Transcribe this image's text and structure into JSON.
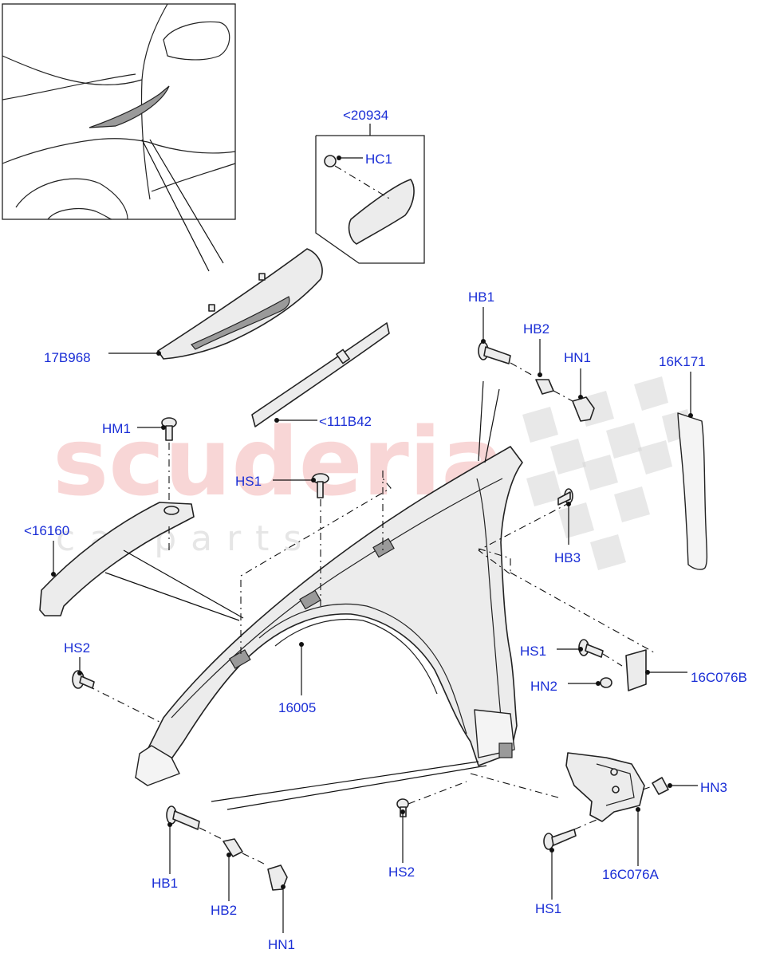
{
  "watermark": {
    "brand": "scuderia",
    "subtitle": "c a r   p a r t s"
  },
  "callouts": [
    {
      "id": "c-20934",
      "text": "<20934"
    },
    {
      "id": "c-hc1",
      "text": "HC1"
    },
    {
      "id": "c-17b968",
      "text": "17B968"
    },
    {
      "id": "c-111b42",
      "text": "<111B42"
    },
    {
      "id": "c-hb1-top",
      "text": "HB1"
    },
    {
      "id": "c-hb2-top",
      "text": "HB2"
    },
    {
      "id": "c-hn1-top",
      "text": "HN1"
    },
    {
      "id": "c-16k171",
      "text": "16K171"
    },
    {
      "id": "c-hm1",
      "text": "HM1"
    },
    {
      "id": "c-hs1-top",
      "text": "HS1"
    },
    {
      "id": "c-16160",
      "text": "<16160"
    },
    {
      "id": "c-hb3",
      "text": "HB3"
    },
    {
      "id": "c-hs2-left",
      "text": "HS2"
    },
    {
      "id": "c-hs1-right",
      "text": "HS1"
    },
    {
      "id": "c-16c076b",
      "text": "16C076B"
    },
    {
      "id": "c-hn2",
      "text": "HN2"
    },
    {
      "id": "c-16005",
      "text": "16005"
    },
    {
      "id": "c-hn3",
      "text": "HN3"
    },
    {
      "id": "c-hb1-bottom",
      "text": "HB1"
    },
    {
      "id": "c-hs2-bottom",
      "text": "HS2"
    },
    {
      "id": "c-16c076a",
      "text": "16C076A"
    },
    {
      "id": "c-hb2-bottom",
      "text": "HB2"
    },
    {
      "id": "c-hs1-bottom",
      "text": "HS1"
    },
    {
      "id": "c-hn1-bottom",
      "text": "HN1"
    }
  ]
}
